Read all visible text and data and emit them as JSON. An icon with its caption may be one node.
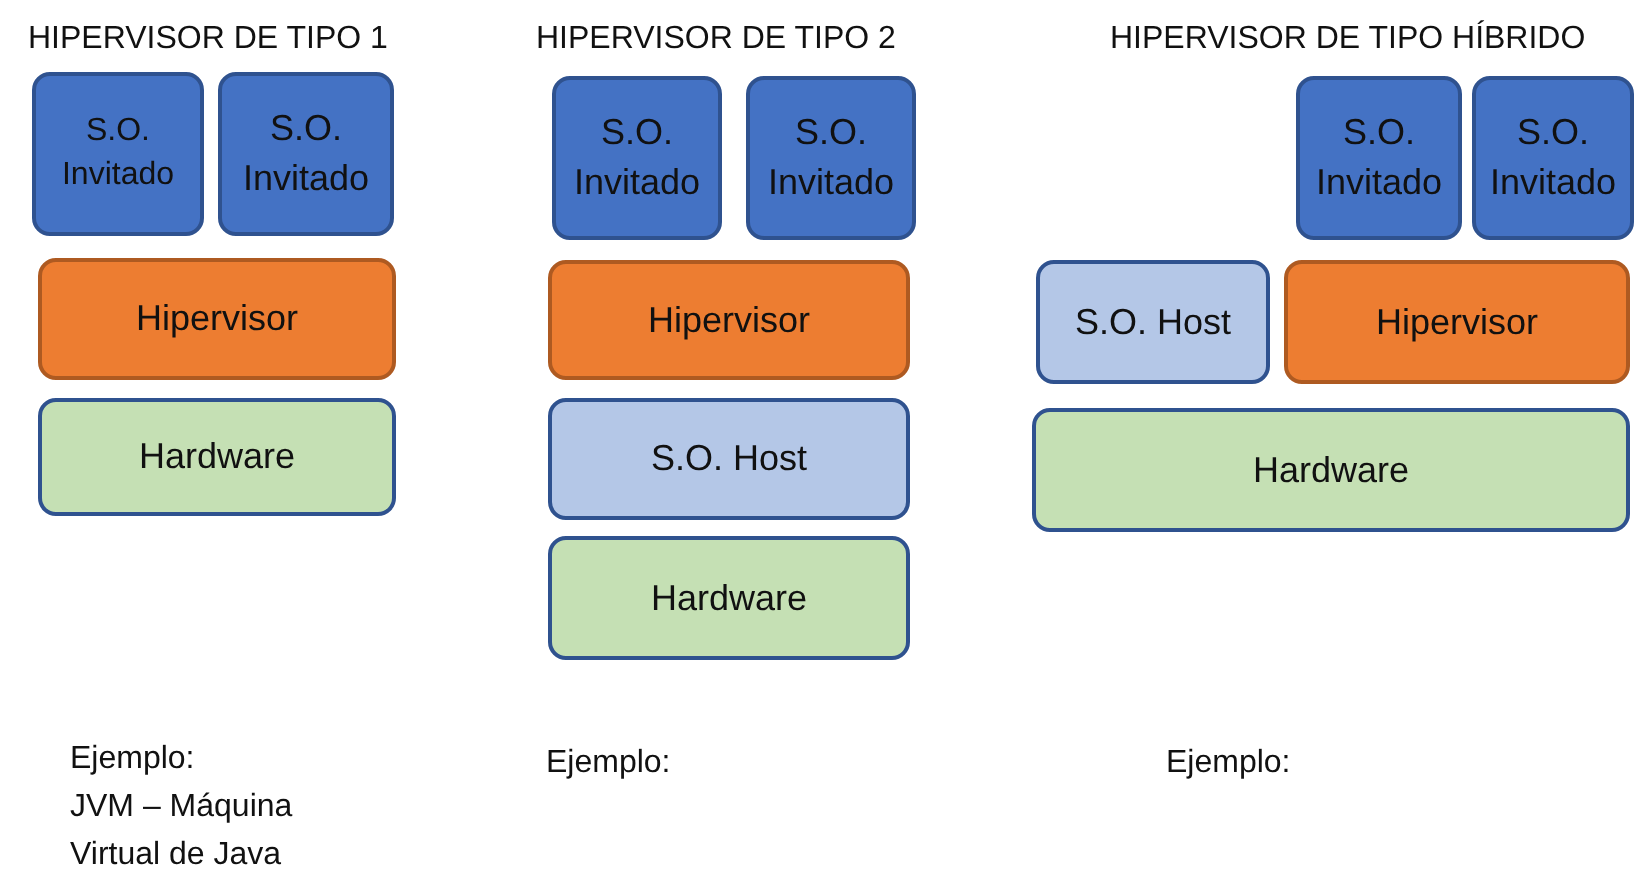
{
  "diagram": {
    "nodes": [
      {
        "text": [
          "S.O. Invitado"
        ]
      },
      {
        "text": [
          "S.O. Invitado"
        ]
      },
      {
        "text": [
          "Hipervisor"
        ]
      },
      {
        "text": [
          "Hardware"
        ]
      },
      {
        "text": [
          "S.O. Invitado"
        ]
      },
      {
        "text": [
          "S.O. Invitado"
        ]
      },
      {
        "text": [
          "Hipervisor"
        ]
      },
      {
        "text": [
          "S.O. Host"
        ]
      },
      {
        "text": [
          "Hardware"
        ]
      },
      {
        "text": [
          "S.O. Invitado"
        ]
      },
      {
        "text": [
          "S.O. Invitado"
        ]
      },
      {
        "text": [
          "S.O. Host"
        ]
      },
      {
        "text": [
          "Hipervisor"
        ]
      },
      {
        "text": [
          "Hardware"
        ]
      }
    ],
    "labels": [
      "HIPERVISOR DE TIPO 1",
      "HIPERVISOR DE TIPO 2",
      "HIPERVISOR DE TIPO HÍBRIDO",
      "Ejemplo:",
      "JVM – Máquina Virtual de Java",
      "Ejemplo:",
      "Ejemplo:"
    ]
  }
}
